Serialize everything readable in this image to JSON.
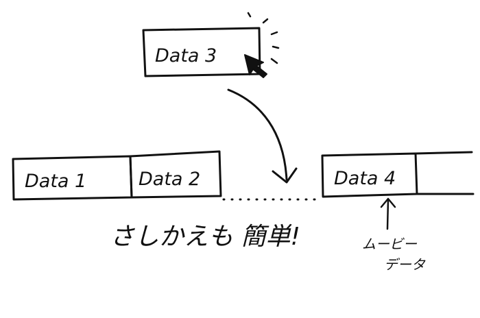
{
  "blocks": {
    "data1": "Data 1",
    "data2": "Data 2",
    "data3": "Data 3",
    "data4": "Data 4"
  },
  "caption": "さしかえも 簡単!",
  "note": {
    "line1": "ムービー",
    "line2": "データ"
  }
}
